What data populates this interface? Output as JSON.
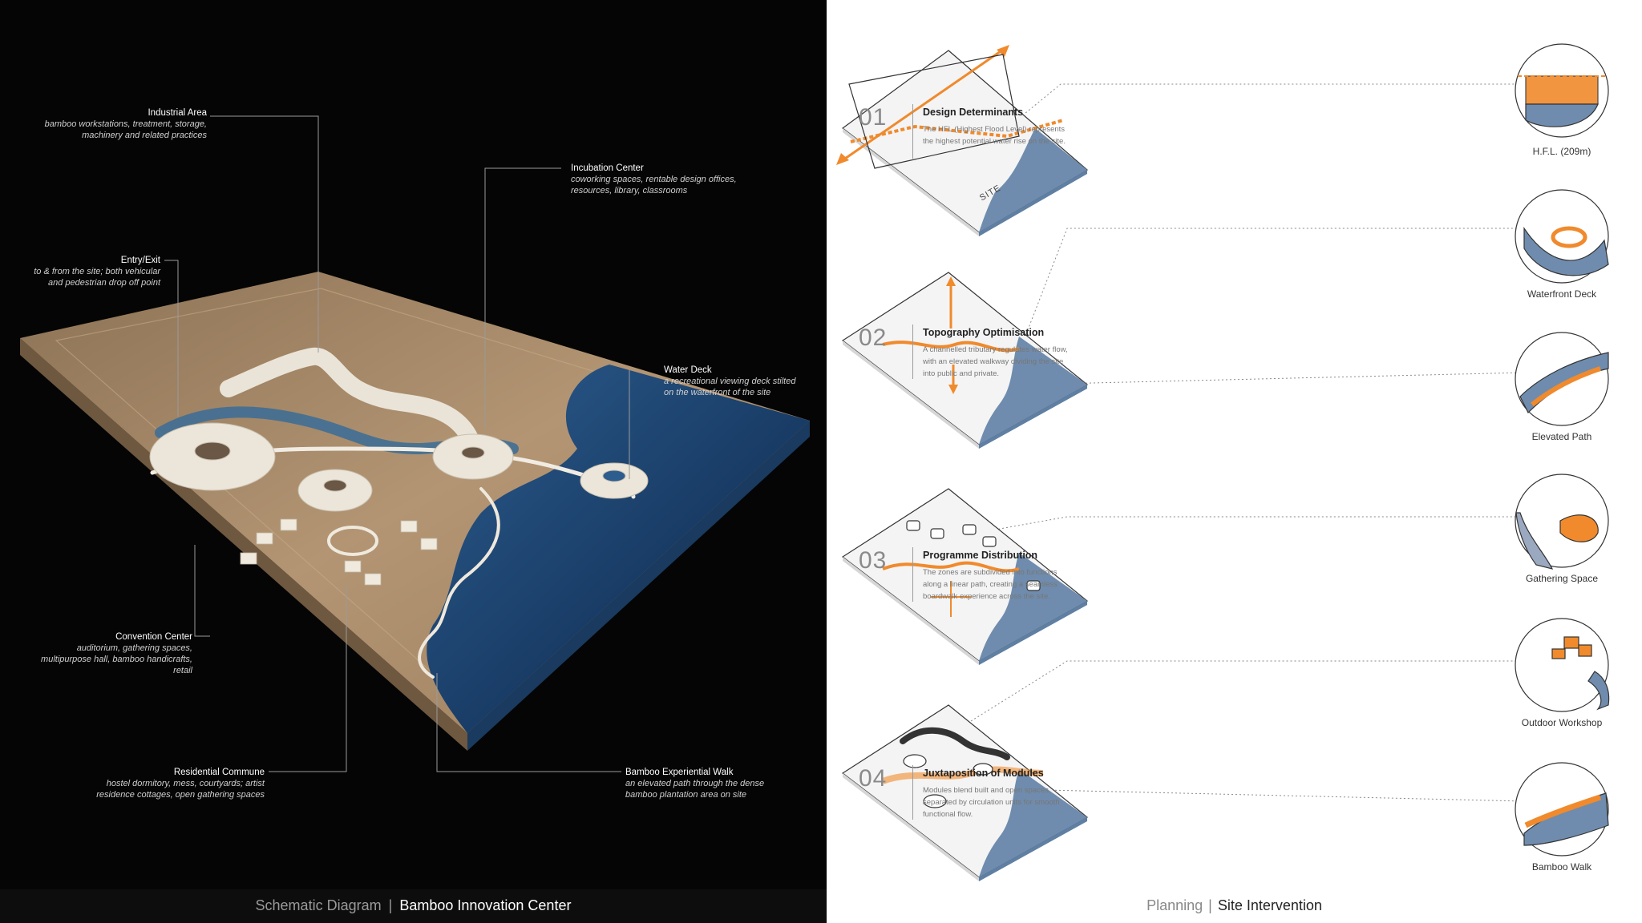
{
  "left_panel": {
    "callouts": {
      "industrial": {
        "title": "Industrial Area",
        "desc": "bamboo workstations, treatment, storage, machinery and related practices"
      },
      "incubation": {
        "title": "Incubation Center",
        "desc": "coworking spaces, rentable design offices, resources, library, classrooms"
      },
      "entry": {
        "title": "Entry/Exit",
        "desc": "to & from the site; both vehicular and pedestrian drop off point"
      },
      "water_deck": {
        "title": "Water Deck",
        "desc": "a recreational viewing deck stilted on the waterfront of the site"
      },
      "convention": {
        "title": "Convention Center",
        "desc": "auditorium, gathering spaces, multipurpose hall, bamboo handicrafts, retail"
      },
      "residential": {
        "title": "Residential Commune",
        "desc": "hostel dormitory, mess, courtyards; artist residence cottages, open gathering spaces"
      },
      "bamboo_walk": {
        "title": "Bamboo Experiential Walk",
        "desc": "an elevated path through the dense bamboo plantation area on site"
      }
    },
    "caption": {
      "thin": "Schematic Diagram",
      "sep": "|",
      "bold": "Bamboo Innovation Center"
    }
  },
  "right_panel": {
    "steps": [
      {
        "num": "01",
        "title": "Design Determinants",
        "desc": "The HFL (Highest Flood Level) represents the highest potential water rise on the site."
      },
      {
        "num": "02",
        "title": "Topography Optimisation",
        "desc": "A channelled tributary regulates water flow, with an elevated walkway dividing the site into public and private."
      },
      {
        "num": "03",
        "title": "Programme Distribution",
        "desc": "The zones are subdivided into functions along a linear path, creating a seamless boardwalk experience across the site."
      },
      {
        "num": "04",
        "title": "Juxtaposition of Modules",
        "desc": "Modules blend built and open spaces, separated by circulation units for smooth functional flow."
      }
    ],
    "site_label": "SITE",
    "circles": [
      {
        "label": "H.F.L. (209m)"
      },
      {
        "label": "Waterfront Deck"
      },
      {
        "label": "Elevated Path"
      },
      {
        "label": "Gathering Space"
      },
      {
        "label": "Outdoor Workshop"
      },
      {
        "label": "Bamboo Walk"
      }
    ],
    "caption": {
      "thin": "Planning",
      "sep": "|",
      "bold": "Site Intervention"
    }
  },
  "colors": {
    "accent": "#f08a2c",
    "water": "#5f7fa3",
    "sand": "#a98b67",
    "dark_bg": "#050505"
  }
}
